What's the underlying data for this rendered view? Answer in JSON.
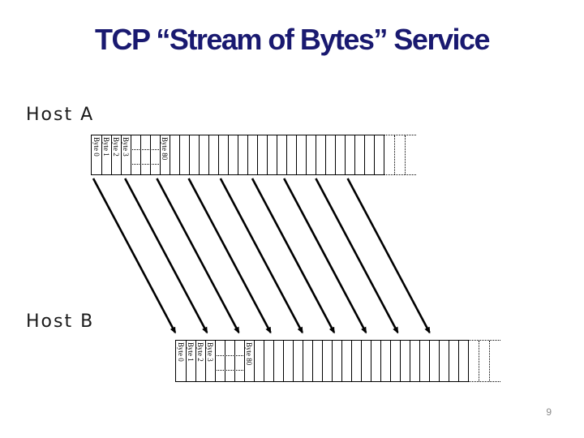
{
  "title": "TCP “Stream of Bytes” Service",
  "page_number": "9",
  "host_a": {
    "label": "Host A"
  },
  "host_b": {
    "label": "Host B"
  },
  "byte_row": {
    "start_labels": [
      "Byte 0",
      "Byte 1",
      "Byte 2",
      "Byte 3"
    ],
    "gap_label": "Byte 80",
    "gap_label_cell_index": 7,
    "ellipsis_cell_indices": [
      4,
      5,
      6
    ],
    "solid_cell_count": 30,
    "dotted_tail_cell_count": 3
  },
  "arrows": {
    "count": 9,
    "description": "bytes-in-flight-arrows"
  },
  "colors": {
    "title": "#191970",
    "host_label": "#1a1a1a",
    "diagram_line": "#000000",
    "page_number": "#8a8a8a",
    "background": "#ffffff"
  }
}
